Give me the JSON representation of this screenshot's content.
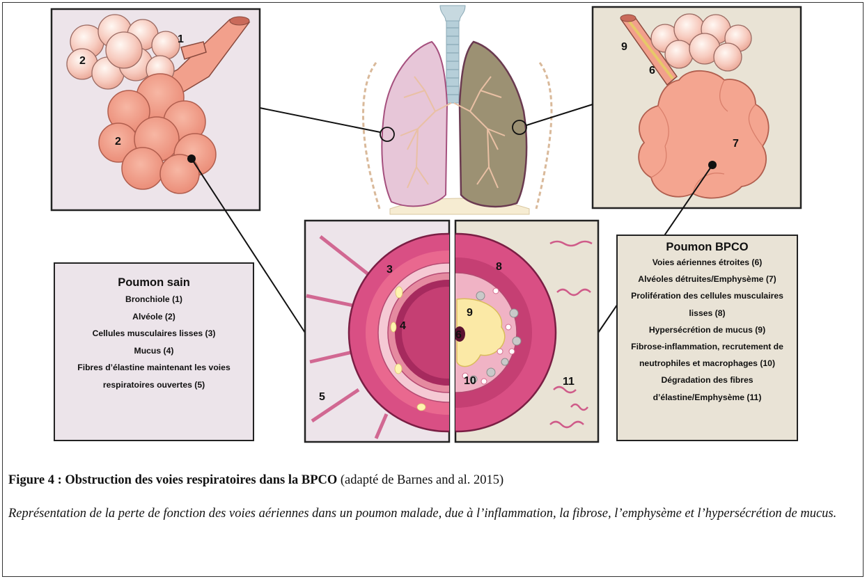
{
  "labels": {
    "n1": "1",
    "n2a": "2",
    "n2b": "2",
    "n3": "3",
    "n4": "4",
    "n5": "5",
    "n6a": "6",
    "n6b": "6",
    "n7": "7",
    "n8": "8",
    "n9a": "9",
    "n9b": "9",
    "n10": "10",
    "n11": "11"
  },
  "healthy": {
    "title": "Poumon sain",
    "items": [
      "Bronchiole (1)",
      "Alvéole (2)",
      "Cellules musculaires lisses (3)",
      "Mucus (4)",
      "Fibres d’élastine maintenant les voies",
      "respiratoires ouvertes (5)"
    ]
  },
  "copd": {
    "title": "Poumon BPCO",
    "items": [
      "Voies aériennes étroites (6)",
      "Alvéoles  détruites/Emphysème (7)",
      "Prolifération des cellules musculaires",
      "lisses (8)",
      "Hypersécrétion de mucus (9)",
      "Fibrose-inflammation, recrutement de",
      "neutrophiles et macrophages (10)",
      "Dégradation des fibres",
      "d’élastine/Emphysème (11)"
    ]
  },
  "caption": {
    "figure_label": "Figure 4 : Obstruction des voies respiratoires dans la BPCO",
    "source": " (adapté de Barnes and al. 2015)",
    "description": "Représentation de la perte de fonction des voies aériennes dans un poumon malade, due à l’inflammation, la fibrose, l’emphysème et l’hypersécrétion de mucus."
  },
  "colors": {
    "healthy_panel": "#ede4ea",
    "copd_panel": "#e9e3d5",
    "alveoli": "#f2a08c",
    "healthy_lung": "#e6c4d6",
    "copd_lung": "#9c9173",
    "muscle_ring": "#d23c78"
  }
}
